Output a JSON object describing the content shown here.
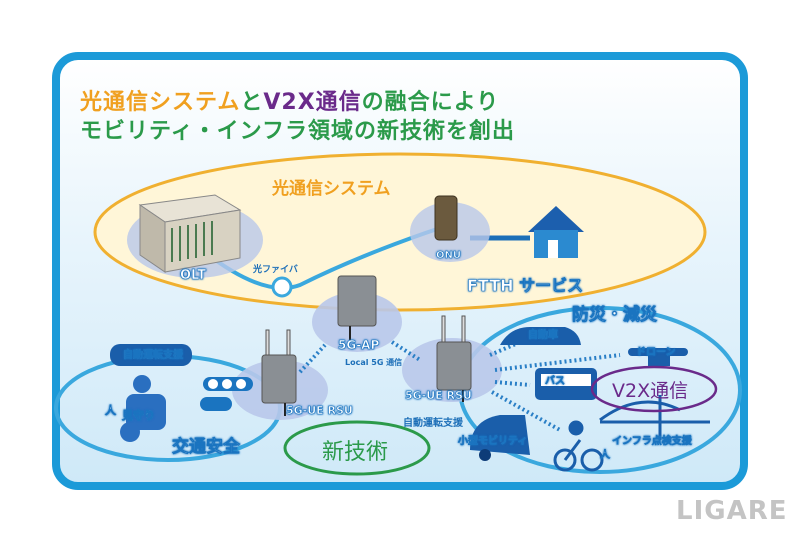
{
  "title": {
    "line1_part1": "光通信システム",
    "line1_part2": "と",
    "line1_part3": "V2X通信",
    "line1_part4": "の融合により",
    "line2": "モビリティ・インフラ領域の新技術を創出"
  },
  "optical": {
    "label": "光通信システム",
    "olt": "OLT",
    "onu": "ONU",
    "fiber": "光ファイバ",
    "ftth": "FTTH サービス"
  },
  "wireless": {
    "ap": "5G-AP",
    "local5g": "Local 5G 通信",
    "rsu_left": "5G-UE RSU",
    "rsu_right": "5G-UE RSU"
  },
  "traffic_safety": {
    "title": "交通安全",
    "autodrive": "自動運転支援",
    "watch": "見守り",
    "person": "人"
  },
  "disaster": {
    "title": "防災・減災",
    "car": "自動車",
    "drone": "ドローン",
    "bus": "バス",
    "v2x": "V2X通信",
    "autodrive": "自動運転支援",
    "small_mobility": "小型モビリティ",
    "infra": "インフラ点検支援",
    "person": "人"
  },
  "new_tech": "新技術",
  "watermark": "LIGARE",
  "colors": {
    "frame": "#1c9ad8",
    "orange": "#f0a020",
    "purple": "#6a2a8a",
    "green": "#2b9a4a",
    "blue": "#1a74c0"
  }
}
